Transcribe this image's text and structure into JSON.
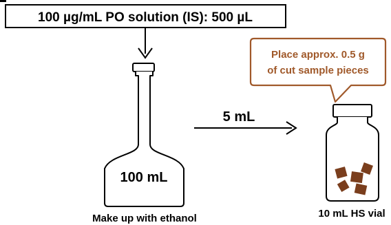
{
  "solution_box": {
    "text": "100 µg/mL PO solution (IS): 500 µL"
  },
  "flask": {
    "volume_label": "100 mL",
    "caption": "Make up with ethanol"
  },
  "transfer": {
    "volume_label": "5 mL"
  },
  "callout": {
    "line1": "Place approx. 0.5 g",
    "line2": "of cut sample pieces"
  },
  "vial": {
    "caption": "10 mL HS vial"
  },
  "colors": {
    "ink": "#000000",
    "callout_border": "#a0592a",
    "callout_text": "#a0592a",
    "sample": "#7a3e1d"
  }
}
